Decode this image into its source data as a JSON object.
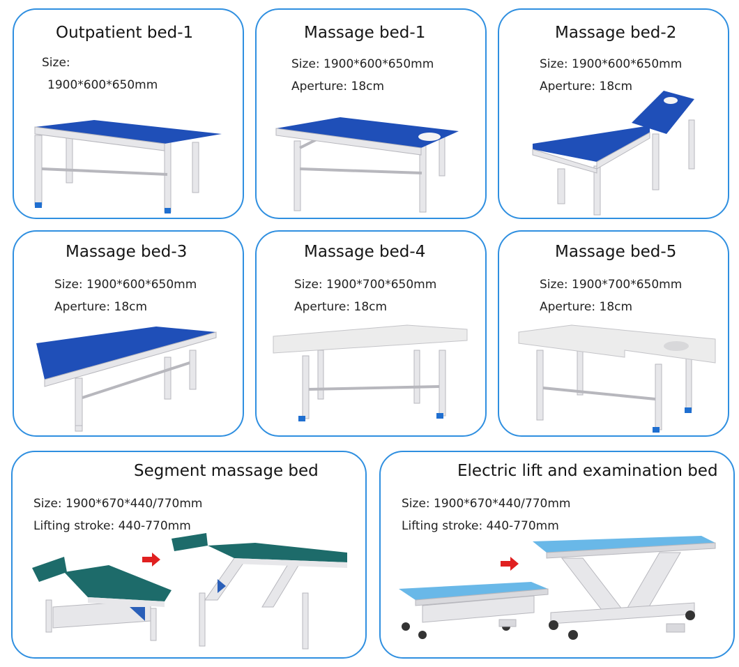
{
  "products": [
    {
      "title": "Outpatient bed-1",
      "spec_lines": [
        "Size:",
        "1900*600*650mm"
      ],
      "image": "bed-illustration"
    },
    {
      "title": "Massage bed-1",
      "spec_lines": [
        "Size: 1900*600*650mm",
        "Aperture: 18cm"
      ],
      "image": "bed-illustration"
    },
    {
      "title": "Massage bed-2",
      "spec_lines": [
        "Size: 1900*600*650mm",
        "Aperture: 18cm"
      ],
      "image": "bed-illustration"
    },
    {
      "title": "Massage bed-3",
      "spec_lines": [
        "Size: 1900*600*650mm",
        "Aperture: 18cm"
      ],
      "image": "bed-illustration"
    },
    {
      "title": "Massage bed-4",
      "spec_lines": [
        "Size: 1900*700*650mm",
        "Aperture: 18cm"
      ],
      "image": "bed-illustration"
    },
    {
      "title": "Massage bed-5",
      "spec_lines": [
        "Size: 1900*700*650mm",
        "Aperture: 18cm"
      ],
      "image": "bed-illustration"
    },
    {
      "title": "Segment massage bed",
      "spec_lines": [
        "Size: 1900*670*440/770mm",
        "Lifting stroke: 440-770mm"
      ],
      "image": "bed-illustration"
    },
    {
      "title": "Electric lift and examination bed",
      "spec_lines": [
        "Size: 1900*670*440/770mm",
        "Lifting stroke: 440-770mm"
      ],
      "image": "bed-illustration"
    }
  ],
  "colors": {
    "card_border": "#2f8fe0",
    "blue_pad": "#1f4fb8",
    "white_pad": "#ececec",
    "green_pad": "#1d6b6a",
    "light_blue_pad": "#69b8e8",
    "frame": "#e7e7ea",
    "arrow": "#e02020"
  }
}
